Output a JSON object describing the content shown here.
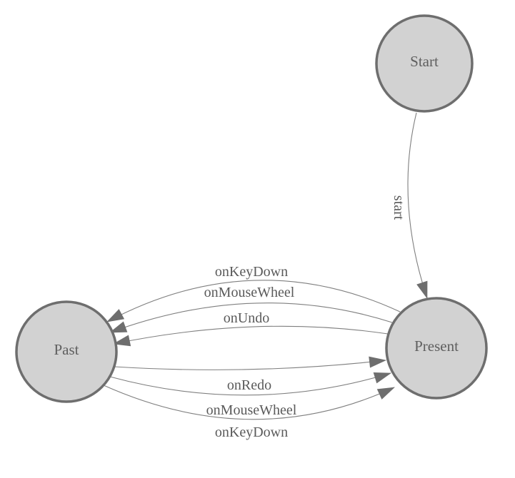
{
  "colors": {
    "background": "#ffffff",
    "node_fill": "#d2d2d2",
    "node_stroke": "#6e6e6e",
    "edge_stroke": "#7f7f7f",
    "arrow_fill": "#6e6e6e",
    "text_color": "#5f5f5f",
    "label_color": "#5a5a5a"
  },
  "diagram": {
    "type": "state-machine",
    "nodes": [
      {
        "id": "start",
        "label": "Start"
      },
      {
        "id": "present",
        "label": "Present"
      },
      {
        "id": "past",
        "label": "Past"
      }
    ],
    "edges": [
      {
        "from": "start",
        "to": "present",
        "label": "start"
      },
      {
        "from": "present",
        "to": "past",
        "label": "onKeyDown"
      },
      {
        "from": "present",
        "to": "past",
        "label": "onMouseWheel"
      },
      {
        "from": "present",
        "to": "past",
        "label": "onUndo"
      },
      {
        "from": "past",
        "to": "present",
        "label": "onRedo"
      },
      {
        "from": "past",
        "to": "present",
        "label": "onMouseWheel"
      },
      {
        "from": "past",
        "to": "present",
        "label": "onKeyDown"
      }
    ]
  }
}
